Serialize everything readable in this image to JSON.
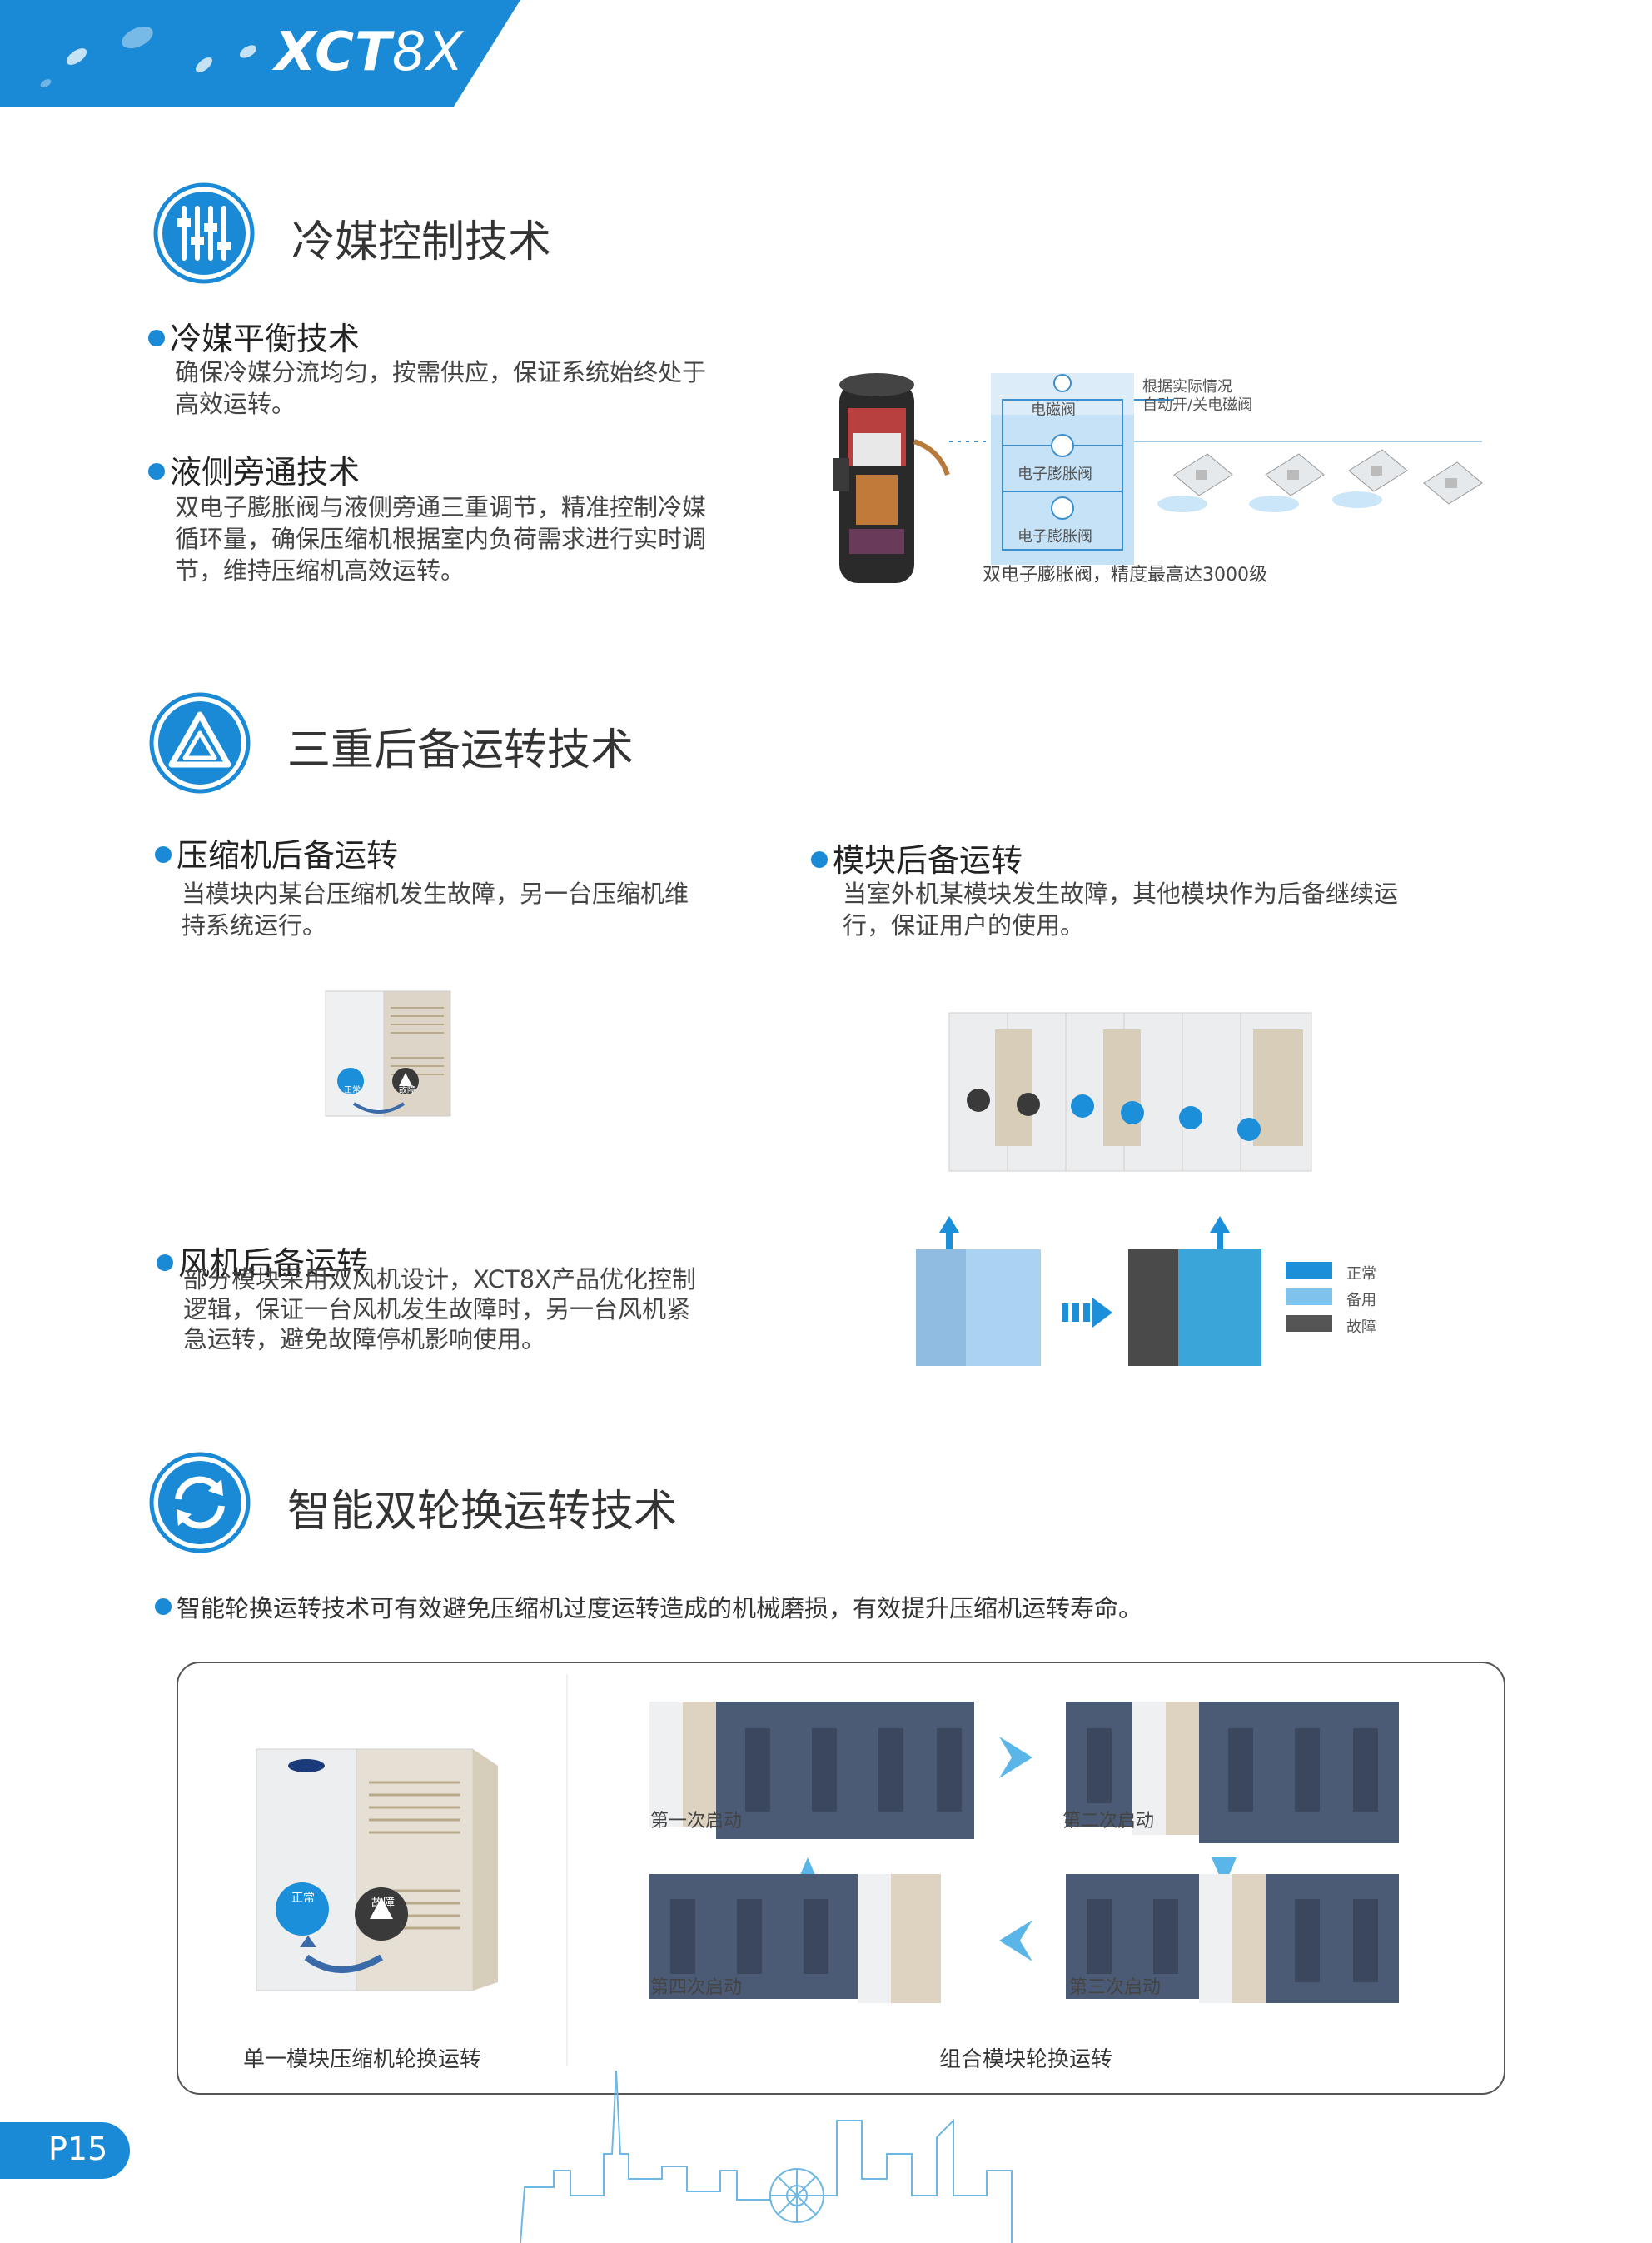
{
  "header": {
    "brand_main": "XCT",
    "brand_num": "8X"
  },
  "colors": {
    "accent": "#1a8ad6",
    "banner": "#1a8ad6",
    "normal": "#1b8fd9",
    "backup": "#7fc3ec",
    "fault": "#555555"
  },
  "section1": {
    "title": "冷媒控制技术",
    "icon": "sliders-icon",
    "item1": {
      "title": "冷媒平衡技术",
      "lines": [
        "确保冷媒分流均匀，按需供应，保证系统始终处于",
        "高效运转。"
      ]
    },
    "item2": {
      "title": "液侧旁通技术",
      "lines": [
        "双电子膨胀阀与液侧旁通三重调节，精准控制冷媒",
        "循环量，确保压缩机根据室内负荷需求进行实时调",
        "节，维持压缩机高效运转。"
      ]
    },
    "diagram": {
      "valve1": "电磁阀",
      "valve2": "电子膨胀阀",
      "valve3": "电子膨胀阀",
      "note_line1": "根据实际情况",
      "note_line2": "自动开/关电磁阀",
      "caption": "双电子膨胀阀，精度最高达3000级"
    }
  },
  "section2": {
    "title": "三重后备运转技术",
    "icon": "triangle-cycle-icon",
    "item1": {
      "title": "压缩机后备运转",
      "lines": [
        "当模块内某台压缩机发生故障，另一台压缩机维",
        "持系统运行。"
      ]
    },
    "item2": {
      "title": "模块后备运转",
      "lines": [
        "当室外机某模块发生故障，其他模块作为后备继续运",
        "行，保证用户的使用。"
      ]
    },
    "item3": {
      "title": "风机后备运转",
      "lines": [
        "部分模块采用双风机设计，XCT8X产品优化控制",
        "逻辑，保证一台风机发生故障时，另一台风机紧",
        "急运转，避免故障停机影响使用。"
      ]
    },
    "status_normal": "正常",
    "status_fault": "故障",
    "legend": [
      "正常",
      "备用",
      "故障"
    ]
  },
  "section3": {
    "title": "智能双轮换运转技术",
    "icon": "rotate-icon",
    "intro": "智能轮换运转技术可有效避免压缩机过度运转造成的机械磨损，有效提升压缩机运转寿命。",
    "status_normal": "正常",
    "status_fault": "故障",
    "single_caption": "单一模块压缩机轮换运转",
    "combo_caption": "组合模块轮换运转",
    "steps": [
      "第一次启动",
      "第二次启动",
      "第三次启动",
      "第四次启动"
    ]
  },
  "footer": {
    "page": "P15"
  }
}
